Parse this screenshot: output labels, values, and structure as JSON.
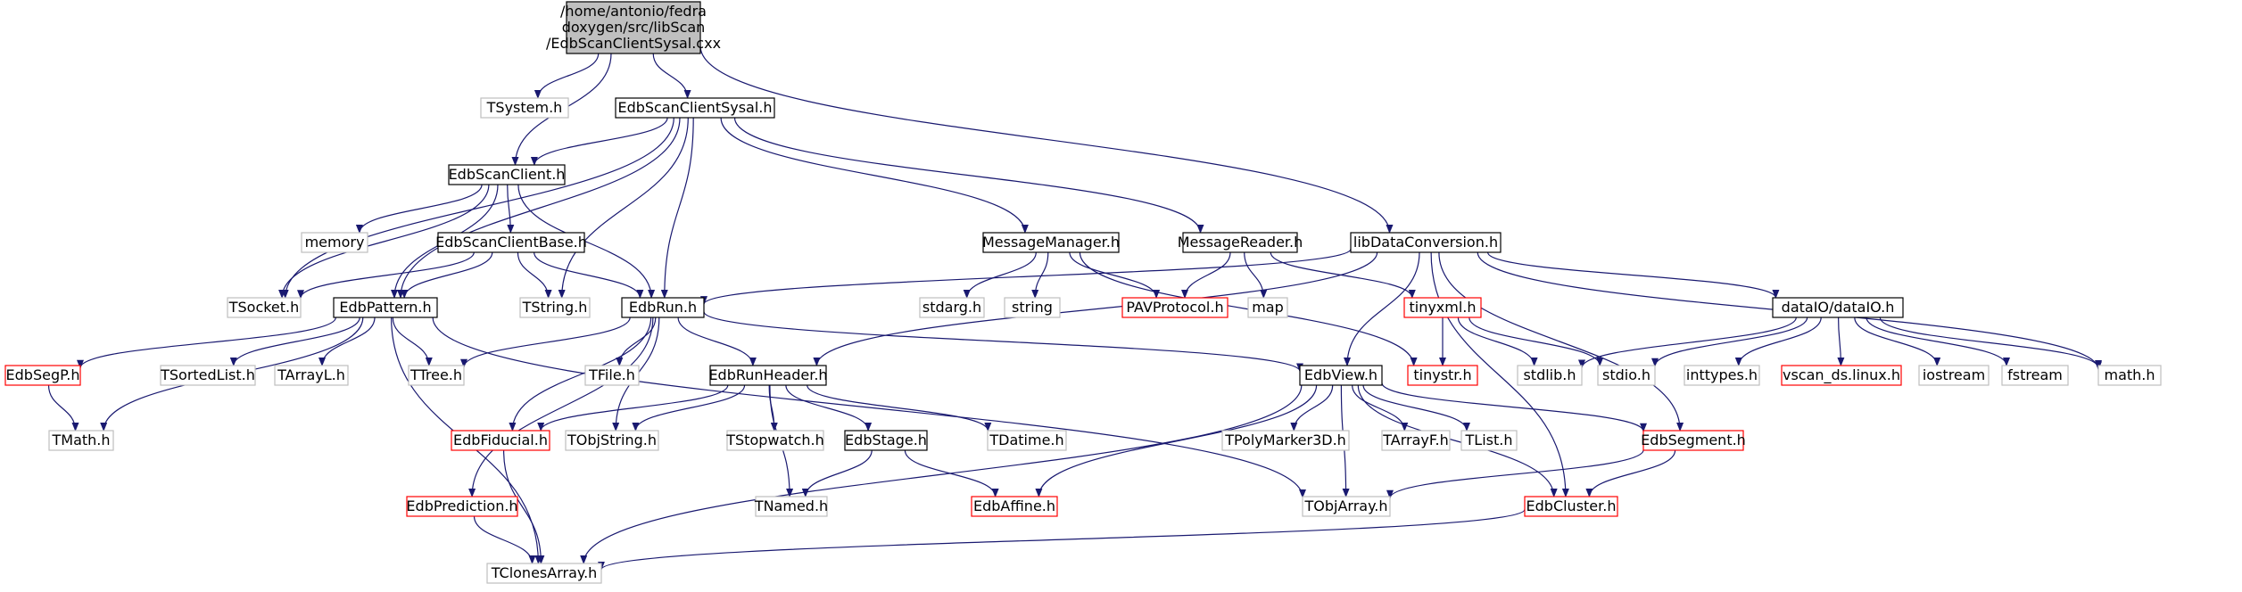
{
  "diagram": {
    "title": "",
    "colors": {
      "edge": "#191970",
      "border_default": "#000000",
      "border_missing": "#bfbfbf",
      "border_truncated": "#ff0000",
      "fill_root": "#bfbfbf",
      "fill_default": "#ffffff"
    },
    "nodes": [
      {
        "id": "root",
        "lines": [
          "/home/antonio/fedra",
          "doxygen/src/libScan",
          "/EdbScanClientSysal.cxx"
        ],
        "style": "root"
      },
      {
        "id": "TSystem",
        "lines": [
          "TSystem.h"
        ],
        "style": "missing"
      },
      {
        "id": "EdbScanClientSysal",
        "lines": [
          "EdbScanClientSysal.h"
        ],
        "style": "default"
      },
      {
        "id": "libDataConversion",
        "lines": [
          "libDataConversion.h"
        ],
        "style": "default"
      },
      {
        "id": "EdbScanClient",
        "lines": [
          "EdbScanClient.h"
        ],
        "style": "default"
      },
      {
        "id": "memory",
        "lines": [
          "memory"
        ],
        "style": "missing"
      },
      {
        "id": "EdbScanClientBase",
        "lines": [
          "EdbScanClientBase.h"
        ],
        "style": "default"
      },
      {
        "id": "MessageManager",
        "lines": [
          "MessageManager.h"
        ],
        "style": "default"
      },
      {
        "id": "MessageReader",
        "lines": [
          "MessageReader.h"
        ],
        "style": "default"
      },
      {
        "id": "TSocket",
        "lines": [
          "TSocket.h"
        ],
        "style": "missing"
      },
      {
        "id": "EdbPattern",
        "lines": [
          "EdbPattern.h"
        ],
        "style": "default"
      },
      {
        "id": "TString",
        "lines": [
          "TString.h"
        ],
        "style": "missing"
      },
      {
        "id": "EdbRun",
        "lines": [
          "EdbRun.h"
        ],
        "style": "default"
      },
      {
        "id": "stdarg",
        "lines": [
          "stdarg.h"
        ],
        "style": "missing"
      },
      {
        "id": "string",
        "lines": [
          "string"
        ],
        "style": "missing"
      },
      {
        "id": "PAVProtocol",
        "lines": [
          "PAVProtocol.h"
        ],
        "style": "truncated"
      },
      {
        "id": "map",
        "lines": [
          "map"
        ],
        "style": "missing"
      },
      {
        "id": "tinyxml",
        "lines": [
          "tinyxml.h"
        ],
        "style": "truncated"
      },
      {
        "id": "dataIO",
        "lines": [
          "dataIO/dataIO.h"
        ],
        "style": "default"
      },
      {
        "id": "EdbSegP",
        "lines": [
          "EdbSegP.h"
        ],
        "style": "truncated"
      },
      {
        "id": "TSortedList",
        "lines": [
          "TSortedList.h"
        ],
        "style": "missing"
      },
      {
        "id": "TArrayL",
        "lines": [
          "TArrayL.h"
        ],
        "style": "missing"
      },
      {
        "id": "TTree",
        "lines": [
          "TTree.h"
        ],
        "style": "missing"
      },
      {
        "id": "TFile",
        "lines": [
          "TFile.h"
        ],
        "style": "missing"
      },
      {
        "id": "EdbRunHeader",
        "lines": [
          "EdbRunHeader.h"
        ],
        "style": "default"
      },
      {
        "id": "EdbView",
        "lines": [
          "EdbView.h"
        ],
        "style": "default"
      },
      {
        "id": "tinystr",
        "lines": [
          "tinystr.h"
        ],
        "style": "truncated"
      },
      {
        "id": "stdlib",
        "lines": [
          "stdlib.h"
        ],
        "style": "missing"
      },
      {
        "id": "stdio",
        "lines": [
          "stdio.h"
        ],
        "style": "missing"
      },
      {
        "id": "inttypes",
        "lines": [
          "inttypes.h"
        ],
        "style": "missing"
      },
      {
        "id": "vscan_ds",
        "lines": [
          "vscan_ds.linux.h"
        ],
        "style": "truncated"
      },
      {
        "id": "iostream",
        "lines": [
          "iostream"
        ],
        "style": "missing"
      },
      {
        "id": "fstream",
        "lines": [
          "fstream"
        ],
        "style": "missing"
      },
      {
        "id": "math",
        "lines": [
          "math.h"
        ],
        "style": "missing"
      },
      {
        "id": "TMath",
        "lines": [
          "TMath.h"
        ],
        "style": "missing"
      },
      {
        "id": "EdbFiducial",
        "lines": [
          "EdbFiducial.h"
        ],
        "style": "truncated"
      },
      {
        "id": "TObjString",
        "lines": [
          "TObjString.h"
        ],
        "style": "missing"
      },
      {
        "id": "TStopwatch",
        "lines": [
          "TStopwatch.h"
        ],
        "style": "missing"
      },
      {
        "id": "EdbStage",
        "lines": [
          "EdbStage.h"
        ],
        "style": "default"
      },
      {
        "id": "TDatime",
        "lines": [
          "TDatime.h"
        ],
        "style": "missing"
      },
      {
        "id": "TPolyMarker3D",
        "lines": [
          "TPolyMarker3D.h"
        ],
        "style": "missing"
      },
      {
        "id": "TArrayF",
        "lines": [
          "TArrayF.h"
        ],
        "style": "missing"
      },
      {
        "id": "TList",
        "lines": [
          "TList.h"
        ],
        "style": "missing"
      },
      {
        "id": "EdbSegment",
        "lines": [
          "EdbSegment.h"
        ],
        "style": "truncated"
      },
      {
        "id": "EdbPrediction",
        "lines": [
          "EdbPrediction.h"
        ],
        "style": "truncated"
      },
      {
        "id": "TNamed",
        "lines": [
          "TNamed.h"
        ],
        "style": "missing"
      },
      {
        "id": "EdbAffine",
        "lines": [
          "EdbAffine.h"
        ],
        "style": "truncated"
      },
      {
        "id": "TObjArray",
        "lines": [
          "TObjArray.h"
        ],
        "style": "missing"
      },
      {
        "id": "EdbCluster",
        "lines": [
          "EdbCluster.h"
        ],
        "style": "truncated"
      },
      {
        "id": "TClonesArray",
        "lines": [
          "TClonesArray.h"
        ],
        "style": "missing"
      }
    ],
    "edges": [
      [
        "root",
        "TSystem"
      ],
      [
        "root",
        "EdbScanClientSysal"
      ],
      [
        "root",
        "EdbScanClient"
      ],
      [
        "root",
        "libDataConversion"
      ],
      [
        "EdbScanClientSysal",
        "TSocket"
      ],
      [
        "EdbScanClientSysal",
        "EdbScanClient"
      ],
      [
        "EdbScanClientSysal",
        "EdbPattern"
      ],
      [
        "EdbScanClientSysal",
        "TString"
      ],
      [
        "EdbScanClientSysal",
        "EdbRun"
      ],
      [
        "EdbScanClientSysal",
        "MessageManager"
      ],
      [
        "EdbScanClientSysal",
        "MessageReader"
      ],
      [
        "EdbScanClient",
        "TSocket"
      ],
      [
        "EdbScanClient",
        "memory"
      ],
      [
        "EdbScanClient",
        "EdbScanClientBase"
      ],
      [
        "EdbScanClient",
        "EdbPattern"
      ],
      [
        "EdbScanClient",
        "EdbRun"
      ],
      [
        "EdbScanClientBase",
        "TSocket"
      ],
      [
        "EdbScanClientBase",
        "EdbPattern"
      ],
      [
        "EdbScanClientBase",
        "TString"
      ],
      [
        "EdbScanClientBase",
        "EdbRun"
      ],
      [
        "MessageManager",
        "stdarg"
      ],
      [
        "MessageManager",
        "string"
      ],
      [
        "MessageManager",
        "PAVProtocol"
      ],
      [
        "MessageManager",
        "tinystr"
      ],
      [
        "MessageReader",
        "PAVProtocol"
      ],
      [
        "MessageReader",
        "map"
      ],
      [
        "MessageReader",
        "tinyxml"
      ],
      [
        "libDataConversion",
        "EdbRun"
      ],
      [
        "libDataConversion",
        "EdbRunHeader"
      ],
      [
        "libDataConversion",
        "EdbView"
      ],
      [
        "libDataConversion",
        "EdbSegment"
      ],
      [
        "libDataConversion",
        "EdbCluster"
      ],
      [
        "libDataConversion",
        "dataIO"
      ],
      [
        "libDataConversion",
        "math"
      ],
      [
        "EdbPattern",
        "EdbSegP"
      ],
      [
        "EdbPattern",
        "TMath"
      ],
      [
        "EdbPattern",
        "TSortedList"
      ],
      [
        "EdbPattern",
        "TArrayL"
      ],
      [
        "EdbPattern",
        "TTree"
      ],
      [
        "EdbPattern",
        "TClonesArray"
      ],
      [
        "EdbPattern",
        "TObjArray"
      ],
      [
        "EdbSegP",
        "TMath"
      ],
      [
        "EdbRun",
        "TTree"
      ],
      [
        "EdbRun",
        "TFile"
      ],
      [
        "EdbRun",
        "TObjString"
      ],
      [
        "EdbRun",
        "EdbRunHeader"
      ],
      [
        "EdbRun",
        "EdbFiducial"
      ],
      [
        "EdbRun",
        "EdbPrediction"
      ],
      [
        "EdbRun",
        "EdbView"
      ],
      [
        "EdbRunHeader",
        "EdbFiducial"
      ],
      [
        "EdbRunHeader",
        "TObjString"
      ],
      [
        "EdbRunHeader",
        "TStopwatch"
      ],
      [
        "EdbRunHeader",
        "EdbStage"
      ],
      [
        "EdbRunHeader",
        "TDatime"
      ],
      [
        "EdbRunHeader",
        "TNamed"
      ],
      [
        "EdbStage",
        "TNamed"
      ],
      [
        "EdbStage",
        "EdbAffine"
      ],
      [
        "EdbFiducial",
        "TClonesArray"
      ],
      [
        "EdbPrediction",
        "TClonesArray"
      ],
      [
        "EdbView",
        "TPolyMarker3D"
      ],
      [
        "EdbView",
        "TArrayF"
      ],
      [
        "EdbView",
        "TList"
      ],
      [
        "EdbView",
        "EdbSegment"
      ],
      [
        "EdbView",
        "EdbCluster"
      ],
      [
        "EdbView",
        "EdbAffine"
      ],
      [
        "EdbView",
        "TObjArray"
      ],
      [
        "EdbView",
        "TClonesArray"
      ],
      [
        "EdbSegment",
        "EdbCluster"
      ],
      [
        "EdbSegment",
        "TObjArray"
      ],
      [
        "EdbCluster",
        "TClonesArray"
      ],
      [
        "tinyxml",
        "tinystr"
      ],
      [
        "tinyxml",
        "stdlib"
      ],
      [
        "tinyxml",
        "stdio"
      ],
      [
        "dataIO",
        "stdlib"
      ],
      [
        "dataIO",
        "stdio"
      ],
      [
        "dataIO",
        "inttypes"
      ],
      [
        "dataIO",
        "vscan_ds"
      ],
      [
        "dataIO",
        "iostream"
      ],
      [
        "dataIO",
        "fstream"
      ],
      [
        "dataIO",
        "math"
      ]
    ]
  }
}
